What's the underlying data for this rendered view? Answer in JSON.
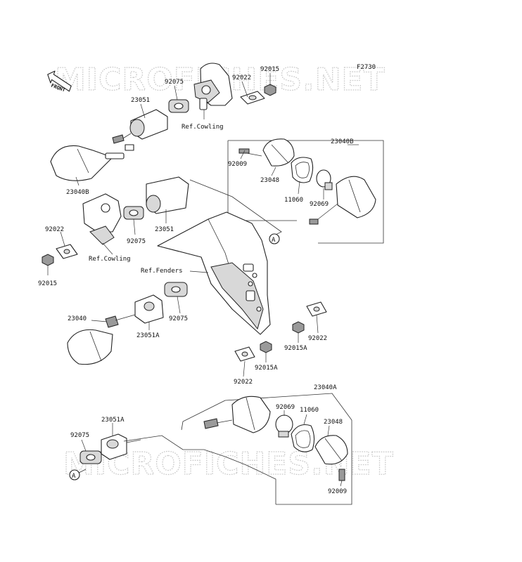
{
  "figure_code": "F2730",
  "watermark": "MICROFICHES.NET",
  "front_label": "FRONT",
  "ref_marker": "A",
  "labels": {
    "n92015_top": "92015",
    "n92022_top": "92022",
    "n92075_top": "92075",
    "n23051_top": "23051",
    "ref_cowling_top": "Ref.Cowling",
    "n23040B_top": "23040B",
    "n23040B_left": "23040B",
    "n92009_r": "92009",
    "n23048_r": "23048",
    "n11060_r": "11060",
    "n92069_r": "92069",
    "n92022_left": "92022",
    "n92075_left": "92075",
    "n23051_left": "23051",
    "ref_cowling_left": "Ref.Cowling",
    "n92015_left": "92015",
    "ref_fenders": "Ref.Fenders",
    "n23040_left": "23040",
    "n23051A_mid": "23051A",
    "n92075_mid": "92075",
    "n92022_mid_r": "92022",
    "n92015A_mid_r": "92015A",
    "n92015A_mid": "92015A",
    "n92022_mid": "92022",
    "n23040A_bot": "23040A",
    "n92069_bot": "92069",
    "n11060_bot": "11060",
    "n23048_bot": "23048",
    "n23051A_bot": "23051A",
    "n92075_bot": "92075",
    "n92009_bot": "92009"
  }
}
